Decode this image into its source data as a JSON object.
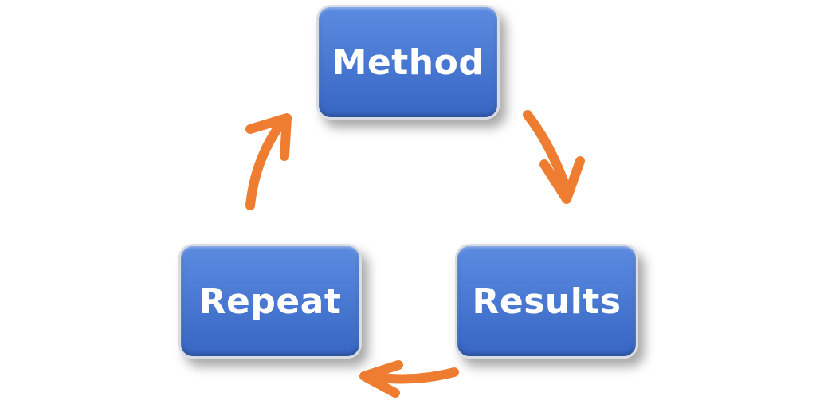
{
  "colors": {
    "box_top": "#5b8be0",
    "box_bottom": "#3766c4",
    "arrow": "#ee7d31",
    "text": "#ffffff"
  },
  "nodes": {
    "method": {
      "label": "Method"
    },
    "results": {
      "label": "Results"
    },
    "repeat": {
      "label": "Repeat"
    }
  },
  "edges": [
    {
      "from": "method",
      "to": "results"
    },
    {
      "from": "results",
      "to": "repeat"
    },
    {
      "from": "repeat",
      "to": "method"
    }
  ]
}
